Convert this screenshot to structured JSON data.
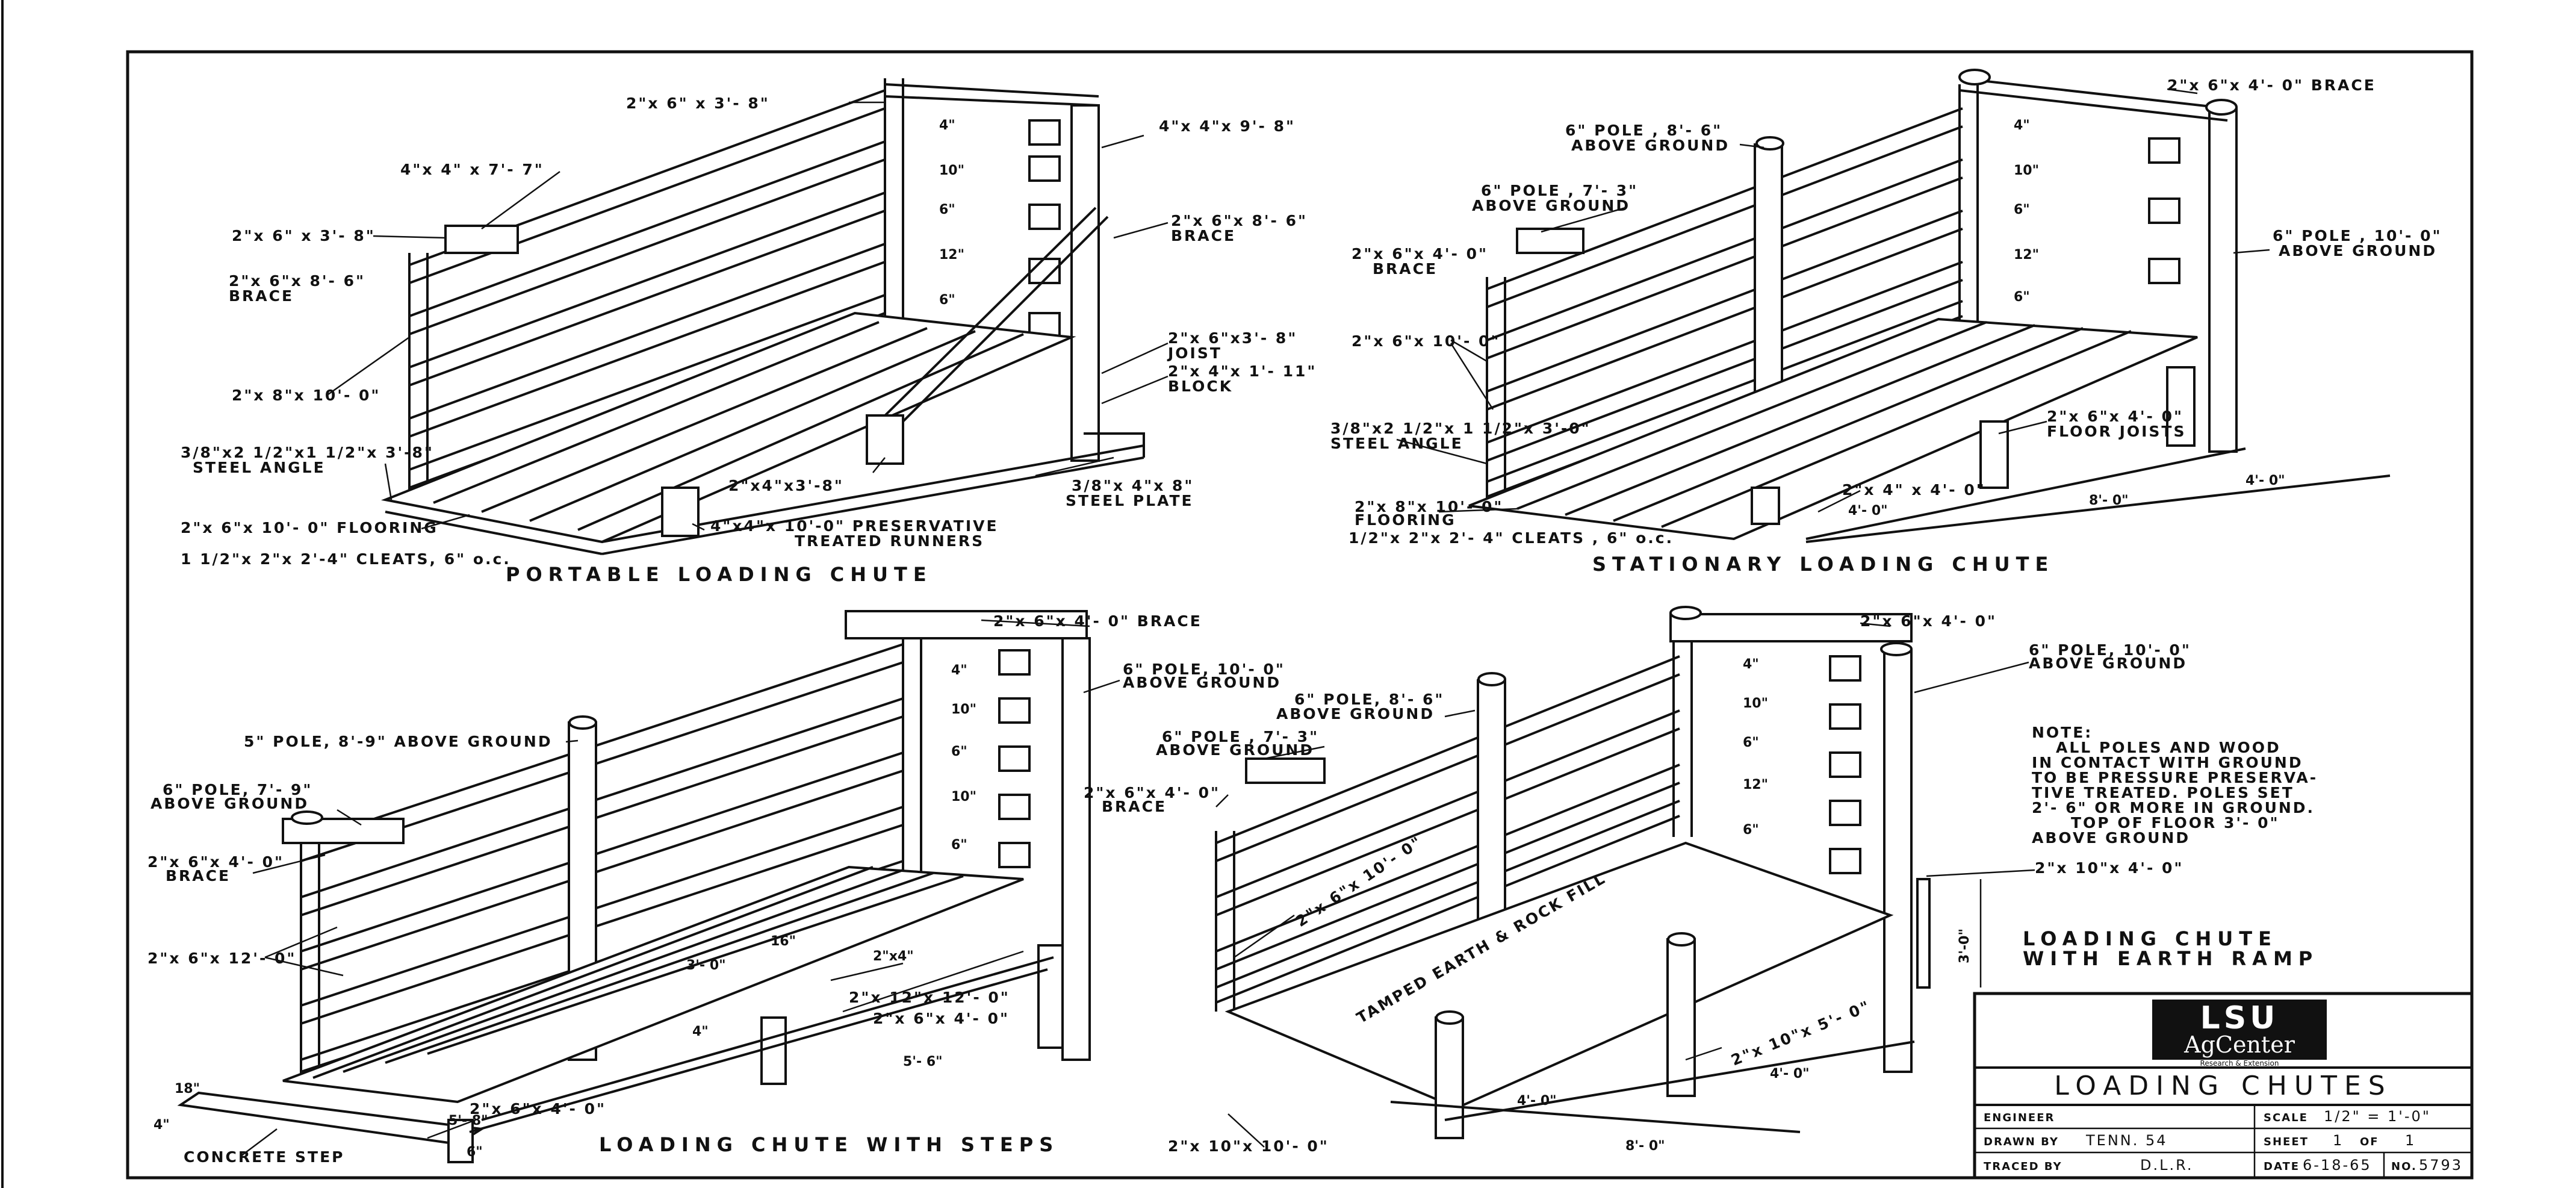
{
  "drawings": {
    "portable": {
      "caption": "PORTABLE LOADING CHUTE",
      "labels": [
        "2\"x 6\" x 3'- 8\"",
        "4\"x 4\"x 9'- 8\"",
        "4\"x 4\" x 7'- 7\"",
        "2\"x 6\" x 3'- 8\"",
        "2\"x 6\"x 8'- 6\"",
        "BRACE",
        "2\"x 6\"x 8'- 6\"",
        "BRACE",
        "2\"x 6\"x3'- 8\"",
        "JOIST",
        "2\"x 4\"x 1'- 11\"",
        "BLOCK",
        "2\"x 8\"x 10'- 0\"",
        "3/8\"x2 1/2\"x1 1/2\"x 3'-8\"",
        "STEEL ANGLE",
        "2\"x4\"x3'-8\"",
        "3/8\"x 4\"x 8\"",
        "STEEL PLATE",
        "2\"x 6\"x 10'- 0\" FLOORING",
        "4\"x4\"x 10'-0\" PRESERVATIVE",
        "TREATED RUNNERS",
        "1 1/2\"x 2\"x 2'-4\" CLEATS, 6\" o.c."
      ],
      "dims": [
        "4\"",
        "10\"",
        "6\"",
        "12\"",
        "6\""
      ]
    },
    "stationary": {
      "caption": "STATIONARY LOADING CHUTE",
      "labels": [
        "2\"x 6\"x 4'- 0\" BRACE",
        "6\" POLE , 8'- 6\"",
        "ABOVE GROUND",
        "6\" POLE , 7'- 3\"",
        "ABOVE GROUND",
        "2\"x 6\"x 4'- 0\"",
        "BRACE",
        "6\" POLE , 10'- 0\"",
        "ABOVE GROUND",
        "2\"x 6\"x 10'- 0\"",
        "3/8\"x2 1/2\"x 1 1/2\"x 3'-0\"",
        "STEEL ANGLE",
        "2\"x 6\"x 4'- 0\"",
        "FLOOR JOISTS",
        "2\"x 8\"x 10'- 0\"",
        "FLOORING",
        "2\"x 4\" x 4'- 0\"",
        "1/2\"x 2\"x 2'- 4\" CLEATS , 6\" o.c."
      ],
      "dims": [
        "4\"",
        "10\"",
        "6\"",
        "12\"",
        "6\"",
        "4'- 0\"",
        "8'- 0\"",
        "4'- 0\""
      ]
    },
    "steps": {
      "caption": "LOADING CHUTE WITH STEPS",
      "labels": [
        "2\"x 6\"x 4'- 0\" BRACE",
        "6\" POLE, 10'- 0\"",
        "ABOVE GROUND",
        "5\" POLE, 8'-9\" ABOVE GROUND",
        "6\" POLE, 7'- 9\"",
        "ABOVE GROUND",
        "2\"x 6\"x 4'- 0\"",
        "BRACE",
        "2\"x 6\"x 12'- 0\"",
        "2\"x 12\"x 12'- 0\"",
        "2\"x 6\"x 4'- 0\"",
        "2\"x 6\"x 4'- 0\"",
        "CONCRETE STEP"
      ],
      "dims": [
        "4\"",
        "10\"",
        "6\"",
        "10\"",
        "6\"",
        "4\"",
        "16\"",
        "3'- 0\"",
        "2\"x4\"",
        "5'- 6\"",
        "5'- 8\"",
        "18\"",
        "4\"",
        "6\""
      ]
    },
    "earth": {
      "caption_line1": "LOADING CHUTE",
      "caption_line2": "WITH EARTH RAMP",
      "labels": [
        "2\"x 6\"x 4'- 0\"",
        "6\" POLE, 10'- 0\"",
        "ABOVE GROUND",
        "6\" POLE, 8'- 6\"",
        "ABOVE GROUND",
        "6\" POLE , 7'- 3\"",
        "ABOVE GROUND",
        "2\"x 6\"x 4'- 0\"",
        "BRACE",
        "2\"x 6\"x 10'- 0\"",
        "TAMPED EARTH & ROCK FILL",
        "2\"x 10\"x 4'- 0\"",
        "2\"x 10\"x 5'- 0\"",
        "2\"x 10\"x 10'- 0\""
      ],
      "dims": [
        "4\"",
        "10\"",
        "6\"",
        "12\"",
        "6\"",
        "3'-0\"",
        "4'- 0\"",
        "4'- 0\"",
        "8'- 0\""
      ]
    }
  },
  "note": {
    "heading": "NOTE:",
    "lines": [
      "ALL POLES AND WOOD",
      "IN CONTACT WITH GROUND",
      "TO BE PRESSURE PRESERVA-",
      "TIVE TREATED. POLES SET",
      "2'- 6\" OR MORE IN GROUND.",
      "TOP OF FLOOR 3'- 0\"",
      "ABOVE GROUND"
    ]
  },
  "title_block": {
    "logo_main": "LSU",
    "logo_sub": "AgCenter",
    "logo_tag": "Research & Extension",
    "title": "LOADING CHUTES",
    "engineer_label": "ENGINEER",
    "drawn_by_label": "DRAWN BY",
    "drawn_by": "TENN. 54",
    "traced_by_label": "TRACED BY",
    "traced_by": "D.L.R.",
    "scale_label": "SCALE",
    "scale": "1/2\" = 1'-0\"",
    "sheet_label": "SHEET",
    "sheet_num": "1",
    "of_label": "OF",
    "sheet_total": "1",
    "date_label": "DATE",
    "date": "6-18-65",
    "no_label": "NO.",
    "number": "5793"
  },
  "colors": {
    "ink": "#111111",
    "paper": "#ffffff"
  }
}
